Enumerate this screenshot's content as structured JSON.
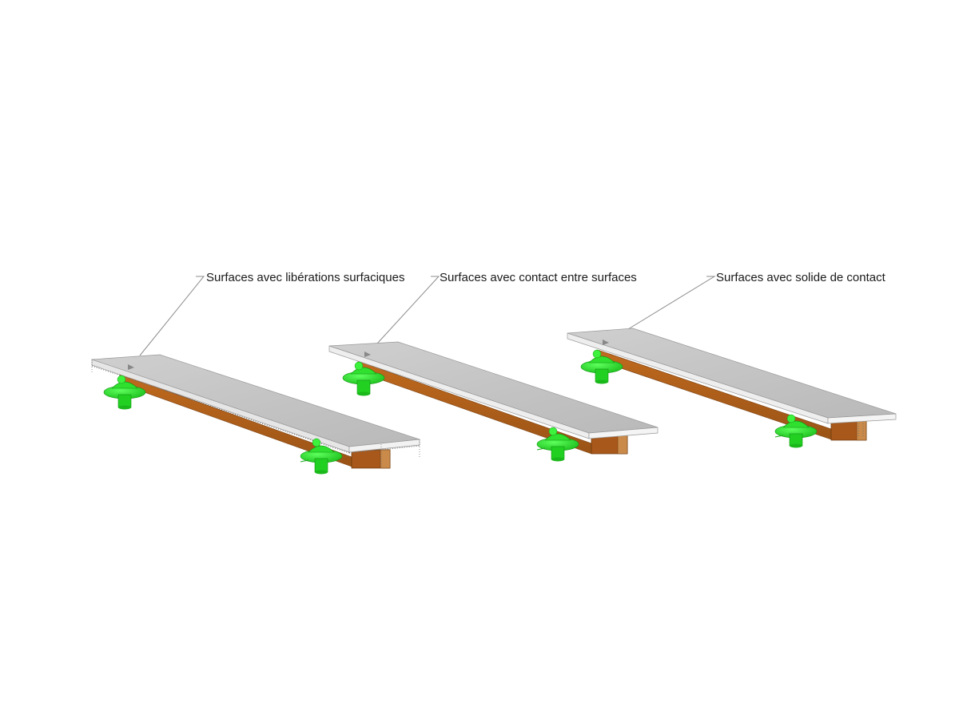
{
  "annotations": {
    "left_label": "Surfaces avec libérations surfaciques",
    "middle_label": "Surfaces avec contact entre surfaces",
    "right_label": "Surfaces avec solide de contact"
  },
  "colors": {
    "slab_top": "#c4c4c4",
    "slab_edge": "#eeeeee",
    "slab_front": "#d6d6d6",
    "steel_web": "#b5651d",
    "steel_web_dark": "#8a4a12",
    "support": "#2ee62e",
    "support_dark": "#18b018",
    "leader": "#8c8c8c"
  },
  "models": [
    {
      "name": "model-surface-releases"
    },
    {
      "name": "model-surface-contact"
    },
    {
      "name": "model-contact-solid"
    }
  ]
}
